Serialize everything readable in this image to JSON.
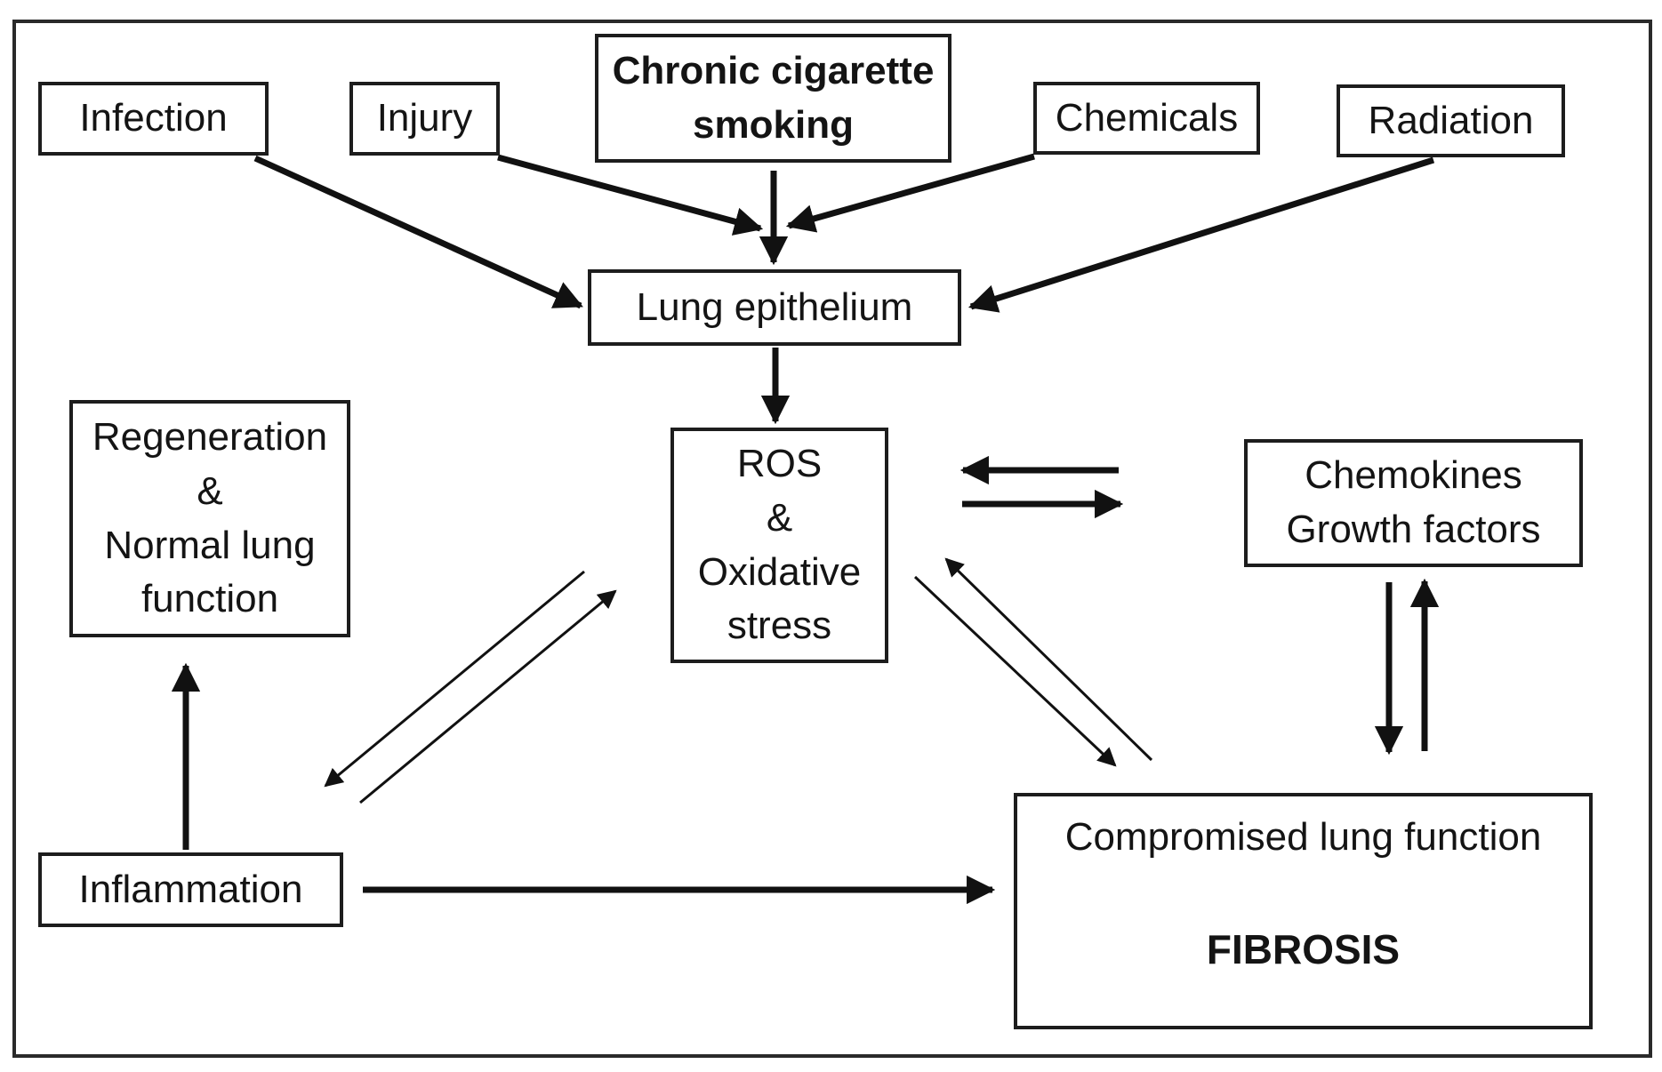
{
  "diagram": {
    "type": "flowchart",
    "topic": "Pathways from lung insults to fibrosis",
    "colors": {
      "ink": "#111111",
      "background": "#ffffff",
      "frame": "#2a2a2a"
    }
  },
  "nodes": {
    "infection": {
      "label": "Infection"
    },
    "injury": {
      "label": "Injury"
    },
    "smoking": {
      "label": "Chronic cigarette\nsmoking"
    },
    "chemicals": {
      "label": "Chemicals"
    },
    "radiation": {
      "label": "Radiation"
    },
    "lung_epithelium": {
      "label": "Lung epithelium"
    },
    "ros": {
      "label": "ROS\n&\nOxidative\nstress"
    },
    "chemokines": {
      "label": "Chemokines\nGrowth factors"
    },
    "regeneration": {
      "label": "Regeneration\n&\nNormal lung\nfunction"
    },
    "inflammation": {
      "label": "Inflammation"
    },
    "compromised": {
      "title": "Compromised lung function",
      "emphasis": "FIBROSIS"
    }
  },
  "edges": [
    {
      "from": "Infection",
      "to": "Lung epithelium",
      "style": "thick"
    },
    {
      "from": "Injury",
      "to": "Lung epithelium",
      "style": "thick"
    },
    {
      "from": "Chronic cigarette smoking",
      "to": "Lung epithelium",
      "style": "thick"
    },
    {
      "from": "Chemicals",
      "to": "Lung epithelium",
      "style": "thick"
    },
    {
      "from": "Radiation",
      "to": "Lung epithelium",
      "style": "thick"
    },
    {
      "from": "Lung epithelium",
      "to": "ROS & Oxidative stress",
      "style": "thick"
    },
    {
      "from": "ROS & Oxidative stress",
      "to": "Chemokines Growth factors",
      "style": "thick",
      "bidirectional": true
    },
    {
      "from": "Chemokines Growth factors",
      "to": "Compromised lung function / FIBROSIS",
      "style": "thick",
      "bidirectional": true
    },
    {
      "from": "ROS & Oxidative stress",
      "to": "Inflammation",
      "style": "thin",
      "bidirectional": true
    },
    {
      "from": "ROS & Oxidative stress",
      "to": "Compromised lung function / FIBROSIS",
      "style": "thin",
      "bidirectional": true
    },
    {
      "from": "Inflammation",
      "to": "Regeneration & Normal lung function",
      "style": "thick"
    },
    {
      "from": "Inflammation",
      "to": "Compromised lung function / FIBROSIS",
      "style": "thick"
    }
  ]
}
